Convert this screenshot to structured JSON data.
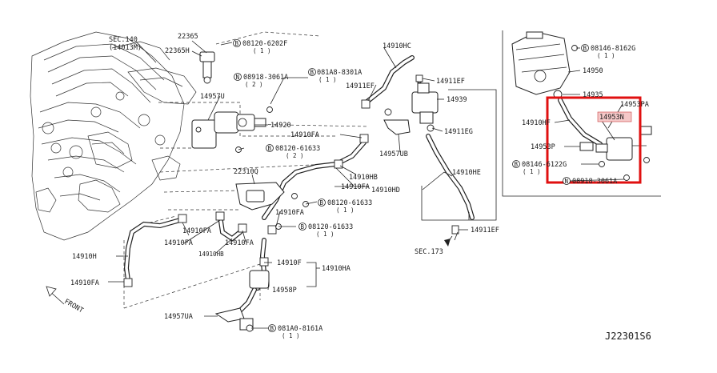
{
  "labels": {
    "sec140": "SEC.140",
    "sec140_sub": "(14013M)",
    "p22365": "22365",
    "p22365h": "22365H",
    "b1_code": "08120-6202F",
    "b1_qty": "( 1 )",
    "p14910hc": "14910HC",
    "n1_code": "08918-3061A",
    "n1_qty": "( 2 )",
    "b2_code": "081A8-8301A",
    "b2_qty": "( 1 )",
    "p14911ef_a": "14911EF",
    "p14911ef_b": "14911EF",
    "p14957u": "14957U",
    "p14939": "14939",
    "p14920": "14920",
    "p14911eg": "14911EG",
    "p14910fa_a": "14910FA",
    "b3_code": "08120-61633",
    "b3_qty": "( 2 )",
    "p14957ub": "14957UB",
    "p22310q": "22310Q",
    "p14910hb_a": "14910HB",
    "p14910fa_b": "14910FA",
    "p14910he": "14910HE",
    "p14910hd": "14910HD",
    "b4_code": "08120-61633",
    "b4_qty": "( 1 )",
    "p14910fa_c": "14910FA",
    "p14910fa_d": "14910FA",
    "b5_code": "08120-61633",
    "b5_qty": "( 1 )",
    "p14911ef_c": "14911EF",
    "p14910fa_e": "14910FA",
    "p14910fa_f": "14910FA",
    "p14910hb_b": "14910HB",
    "p14910h": "14910H",
    "sec173": "SEC.173",
    "p14910f": "14910F",
    "p14910ha": "14910HA",
    "p14910fa_g": "14910FA",
    "p14958p": "14958P",
    "front": "FRONT",
    "p14957ua": "14957UA",
    "b6_code": "081A0-8161A",
    "b6_qty": "( 1 )",
    "b7_code": "08146-8162G",
    "b7_qty": "( 1 )",
    "p14950": "14950",
    "p14935": "14935",
    "p14953pa": "14953PA",
    "p14953n": "14953N",
    "p14910hf": "14910HF",
    "p14953p": "14953P",
    "b8_code": "08146-6122G",
    "b8_qty": "( 1 )",
    "n2_code": "08918-3061A",
    "ref": "J22301S6",
    "bolt_letter": "B",
    "nut_letter": "N"
  },
  "colors": {
    "highlight_box": "#e01010",
    "highlight_label_bg": "#f5c8c8"
  }
}
